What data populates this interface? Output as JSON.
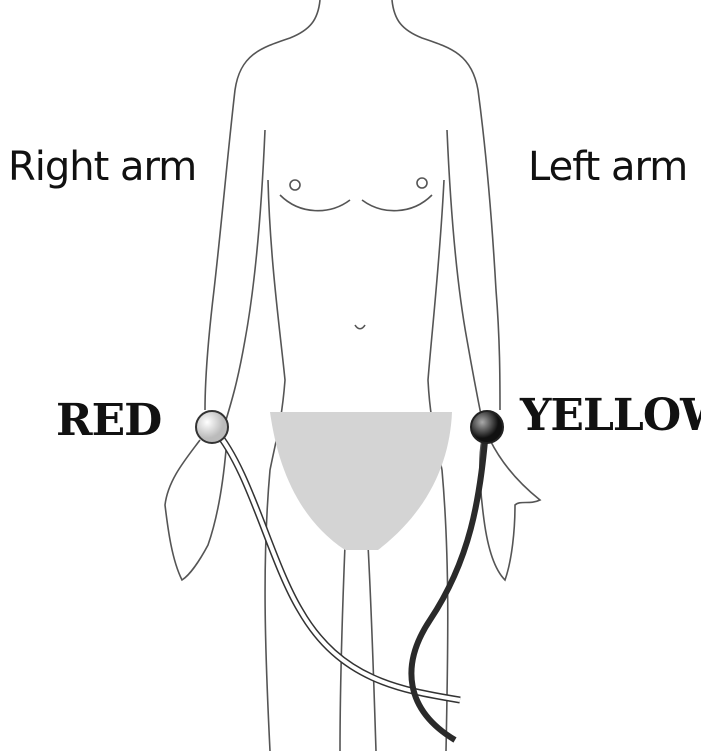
{
  "labels": {
    "right_arm": "Right arm",
    "left_arm": "Left arm",
    "red_electrode": "RED",
    "yellow_electrode": "YELLOW"
  },
  "colors": {
    "outline": "#555555",
    "shading": "#d4d4d4",
    "red_electrode": "#d8d8d8",
    "yellow_electrode": "#333333",
    "cable_light": "#ffffff",
    "cable_dark": "#2a2a2a"
  }
}
